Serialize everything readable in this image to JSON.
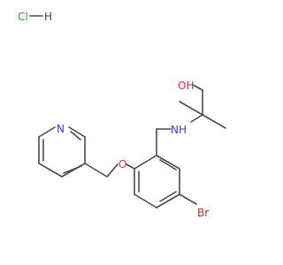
{
  "salt": {
    "label": "ClH"
  },
  "atoms": {
    "pyridine_n": "N",
    "ether_o": "O",
    "amine_n": "NH",
    "hydroxyl": "OH",
    "bromine": "Br"
  },
  "colors": {
    "carbon_bond": "#4a4a4a",
    "nitrogen": "#3b3bd9",
    "oxygen": "#e03030",
    "bromine": "#a6342a",
    "chlorine": "#2fa02f"
  }
}
